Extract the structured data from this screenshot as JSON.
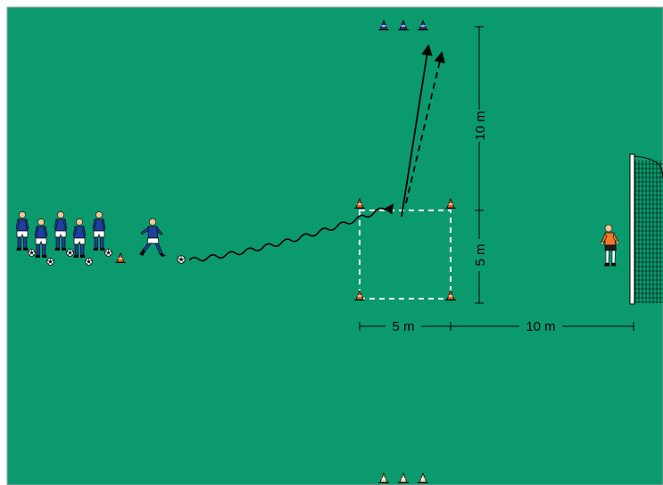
{
  "colors": {
    "pitch": "#0b9a6d",
    "pitch_border": "#9aa3a6",
    "line": "#000000",
    "square": "#ffffff",
    "player_shirt": "#1f3f9e",
    "player_shorts": "#ffffff",
    "player_socks": "#1f3f9e",
    "skin": "#f1c79a",
    "hair": "#2a1a10",
    "goalkeeper_shirt": "#ef7a2a",
    "goalkeeper_shorts": "#1a1a1a",
    "cone_orange": "#e8621d",
    "cone_blue": "#1f3f9e",
    "cone_light": "#f3d2a8",
    "ball": "#ffffff",
    "net": "#000000"
  },
  "icons": {
    "player": "soccer-player-icon",
    "goalkeeper": "goalkeeper-icon",
    "cone": "training-cone-icon",
    "ball": "soccer-ball-icon",
    "goal": "goal-net-icon"
  },
  "labels": {
    "top_vertical": "10 m",
    "mid_vertical": "5 m",
    "square_width": "5 m",
    "to_goal": "10 m"
  }
}
